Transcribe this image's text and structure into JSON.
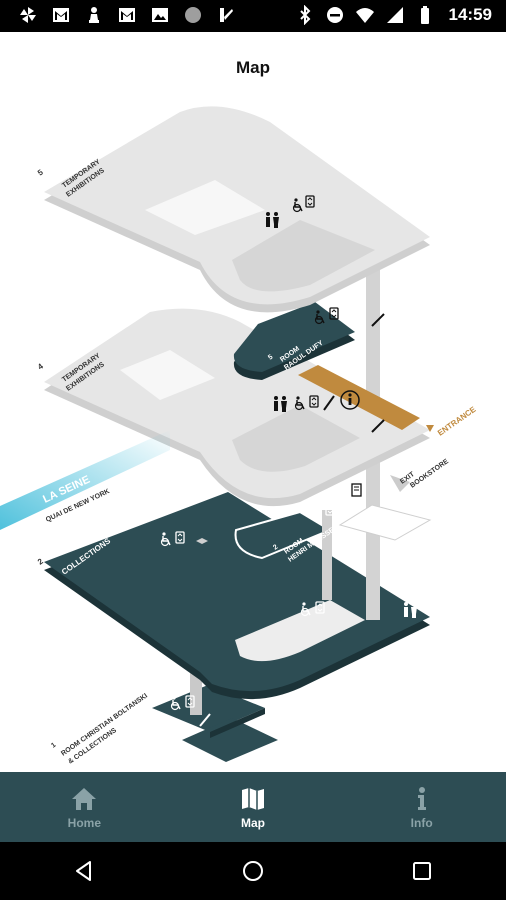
{
  "status": {
    "time": "14:59"
  },
  "header": {
    "title": "Map"
  },
  "map": {
    "floor_upper": {
      "number": "5",
      "label_line1": "TEMPORARY",
      "label_line2": "EXHIBITIONS"
    },
    "floor_middle": {
      "number": "4",
      "label_line1": "TEMPORARY",
      "label_line2": "EXHIBITIONS"
    },
    "room_dufy": {
      "number": "5",
      "line1": "ROOM",
      "line2": "RAOUL DUFY"
    },
    "river": {
      "line1": "LA SEINE",
      "line2": "QUAI DE NEW YORK"
    },
    "entrance": "ENTRANCE",
    "exit_line1": "EXIT",
    "exit_line2": "BOOKSTORE",
    "floor_collections": {
      "number": "2",
      "label": "COLLECTIONS"
    },
    "room_matisse": {
      "number": "2",
      "line1": "ROOM",
      "line2": "HENRI MATISSE"
    },
    "floor_lower": {
      "number": "1",
      "line1": "ROOM CHRISTIAN BOLTANSKI",
      "line2": "& COLLECTIONS"
    },
    "colors": {
      "dark_floor": "#2d4d54",
      "light_floor": "#e6e6e6",
      "entrance": "#c08a3e",
      "river": "#4fc1dc"
    }
  },
  "tabs": [
    {
      "label": "Home",
      "icon": "home-icon"
    },
    {
      "label": "Map",
      "icon": "map-icon"
    },
    {
      "label": "Info",
      "icon": "info-icon"
    }
  ]
}
